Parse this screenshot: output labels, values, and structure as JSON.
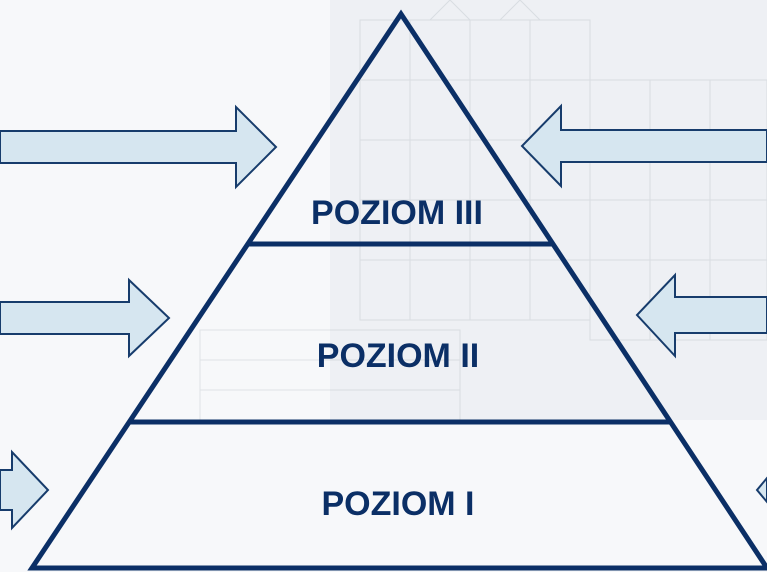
{
  "pyramid": {
    "levels": [
      {
        "label": "POZIOM III"
      },
      {
        "label": "POZIOM II"
      },
      {
        "label": "POZIOM I"
      }
    ]
  },
  "colors": {
    "outline": "#0b2f66",
    "text": "#0b2f66",
    "arrow_fill": "#d6e6f0",
    "arrow_stroke": "#173c6c",
    "background_photo_tint": "#eceff2",
    "background_paper": "#f7f8fa"
  },
  "background": {
    "icon": "faded-historic-building-photo"
  }
}
